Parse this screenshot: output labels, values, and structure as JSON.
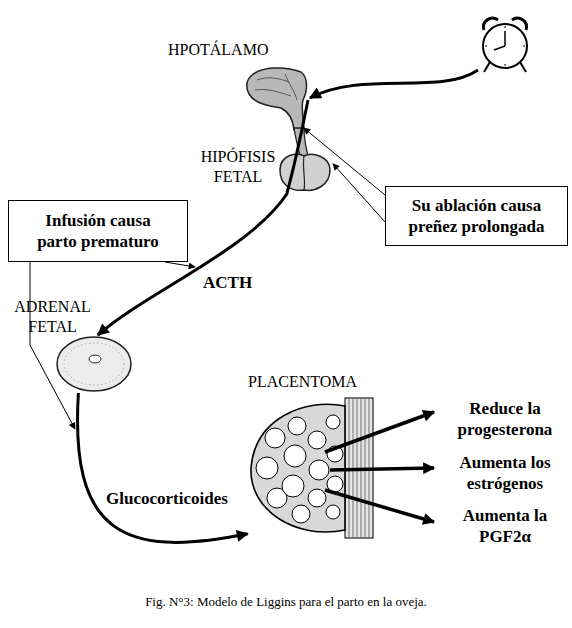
{
  "diagram": {
    "caption": "Fig. N°3: Modelo de Liggins para el parto en la oveja.",
    "nodes": [
      {
        "text": [
          "HPOTÁLAMO"
        ]
      },
      {
        "text": [
          "HIPÓFISIS FETAL"
        ]
      },
      {
        "text": [
          "Su ablación causa preñez prolongada"
        ]
      },
      {
        "text": [
          "Infusión causa parto prematuro"
        ]
      },
      {
        "text": [
          "ADRENAL FETAL"
        ]
      },
      {
        "text": [
          "PLACENTOMA"
        ]
      }
    ],
    "edges": [
      {
        "from": 1,
        "to": 4,
        "label": "ACTH",
        "arrow": "to"
      },
      {
        "from": 4,
        "to": 5,
        "label": "Glucocorticoides",
        "arrow": "to"
      },
      {
        "from": 2,
        "to": 1,
        "arrow": "to"
      },
      {
        "from": 2,
        "to": 1,
        "arrow": "to"
      }
    ],
    "labels": [
      "Reduce la progesterona",
      "Aumenta los estrógenos",
      "Aumenta la PGF2α"
    ]
  }
}
